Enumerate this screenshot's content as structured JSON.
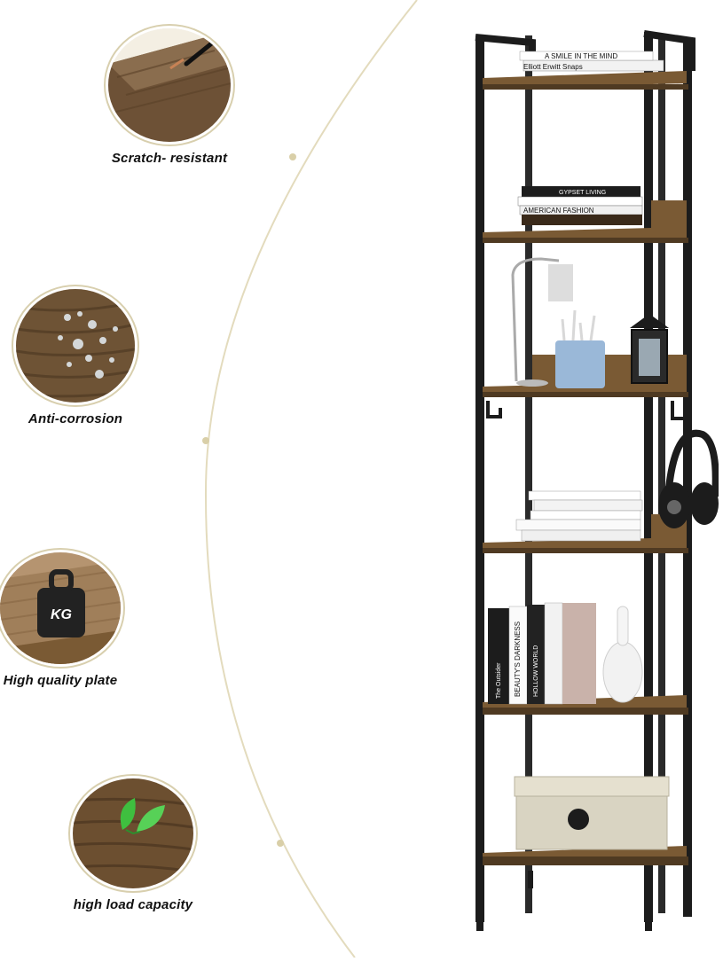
{
  "features": [
    {
      "label": "Scratch- resistant",
      "icon": "scratch-wood-icon"
    },
    {
      "label": "Anti-corrosion",
      "icon": "water-droplet-wood-icon"
    },
    {
      "label": "High quality plate",
      "icon": "weight-kg-icon",
      "weight_label": "KG"
    },
    {
      "label": "high load capacity",
      "icon": "leaf-icon"
    }
  ],
  "books": {
    "top_line1": "A SMILE IN THE MIND",
    "top_line2": "Elliott Erwitt Snaps",
    "mid_line1": "GYPSET LIVING",
    "mid_line2": "AMERICAN FASHION",
    "spine1": "The Outsider",
    "spine2": "HOLLOW WORLD",
    "spine3": "BEAUTY'S DARKNESS"
  },
  "colors": {
    "wood": "#7a5a34",
    "wood_dark": "#4f3a22",
    "frame": "#1c1c1c",
    "accent_line": "#d9cfa8"
  }
}
